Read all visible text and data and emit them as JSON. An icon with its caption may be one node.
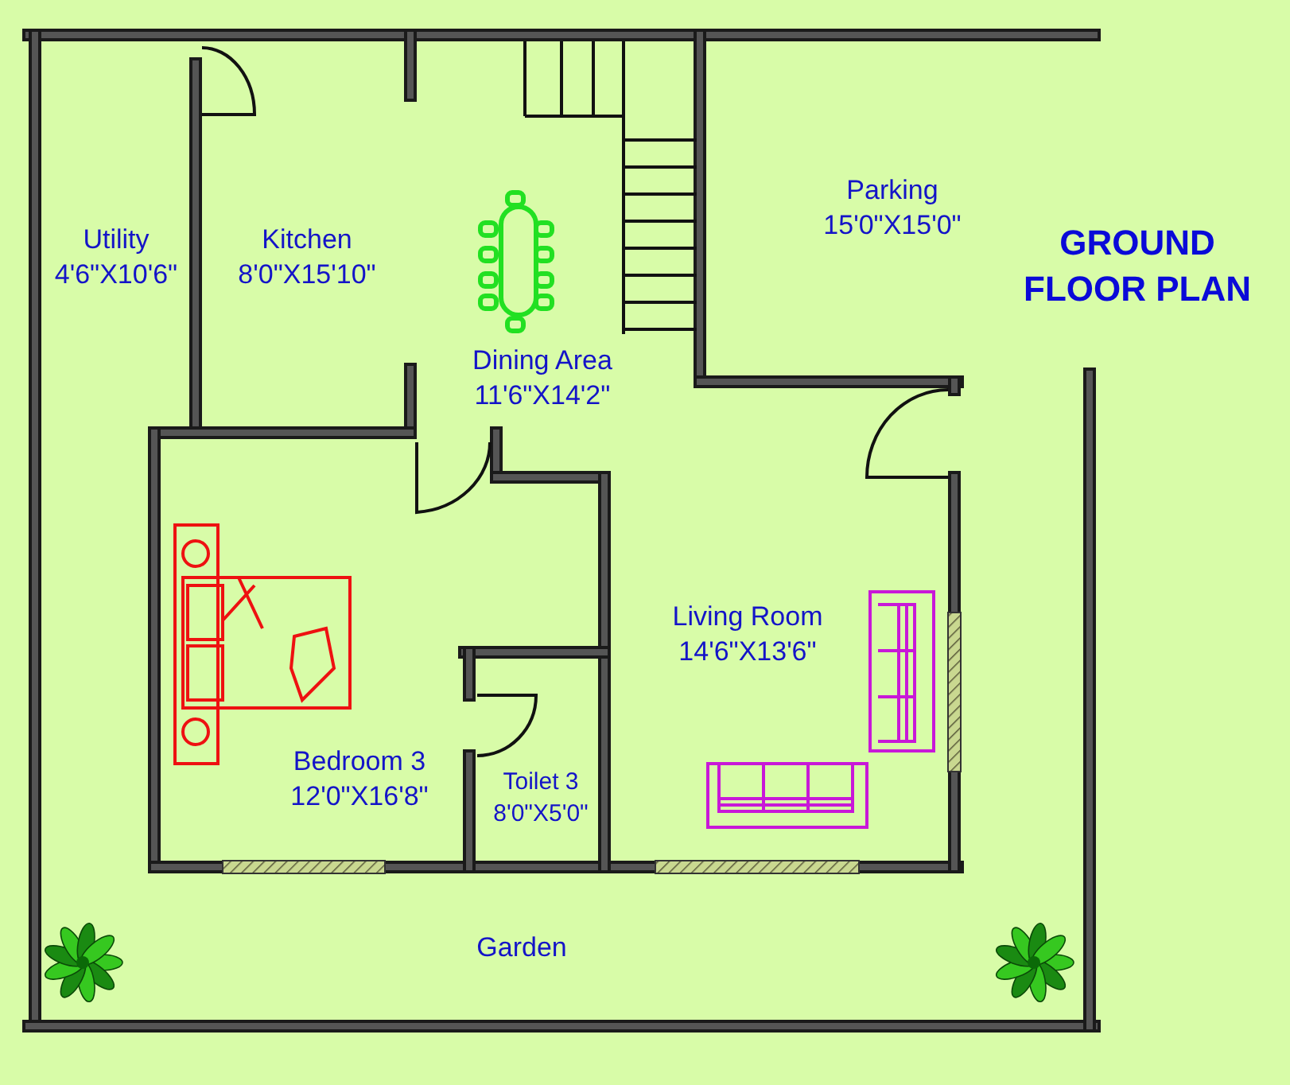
{
  "diagram": {
    "title": "GROUND FLOOR PLAN",
    "nodes": [
      {
        "text": [
          "Utility",
          "4'6\"X10'6\""
        ]
      },
      {
        "text": [
          "Kitchen",
          "8'0\"X15'10\""
        ]
      },
      {
        "text": [
          "Dining Area",
          "11'6\"X14'2\""
        ]
      },
      {
        "text": [
          "Parking",
          "15'0\"X15'0\""
        ]
      },
      {
        "text": [
          "Living Room",
          "14'6\"X13'6\""
        ]
      },
      {
        "text": [
          "Bedroom 3",
          "12'0\"X16'8\""
        ]
      },
      {
        "text": [
          "Toilet 3",
          "8'0\"X5'0\""
        ]
      },
      {
        "text": [
          "Garden"
        ]
      }
    ],
    "edges": []
  }
}
